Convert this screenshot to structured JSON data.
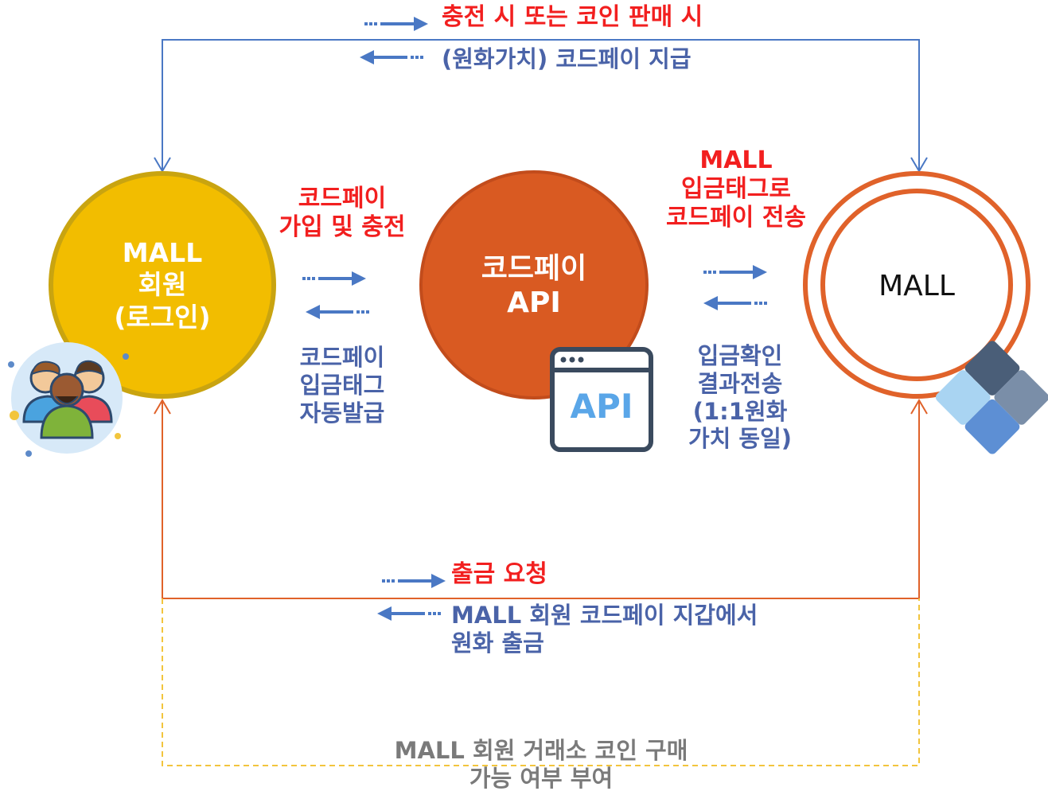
{
  "top": {
    "forward_label": "충전 시 또는 코인 판매 시",
    "back_label": "(원화가치) 코드페이 지급"
  },
  "member_node": {
    "label": "MALL\n회원\n(로그인)"
  },
  "api_node": {
    "label": "코드페이\nAPI",
    "badge": "API"
  },
  "mall_node": {
    "label": "MALL"
  },
  "left_link": {
    "forward_label": "코드페이\n가입 및 충전",
    "back_label": "코드페이\n입금태그\n자동발급"
  },
  "right_link": {
    "forward_label": "MALL\n입금태그로\n코드페이 전송",
    "back_label": "입금확인\n결과전송\n(1:1원화\n가치 동일)"
  },
  "bottom": {
    "forward_label": "출금 요청",
    "back_label": "MALL 회원 코드페이 지갑에서\n원화 출금"
  },
  "dashed": {
    "label": "MALL 회원 거래소 코인 구매\n가능 여부 부여"
  },
  "colors": {
    "blue": "#4a78c4",
    "text_blue": "#4a63a8",
    "red": "#f21f1f",
    "orange_line": "#e0622a",
    "api_fill": "#d95a22",
    "member_fill": "#f2bd00",
    "member_stroke": "#c9a410",
    "dashed": "#f2c53d"
  }
}
